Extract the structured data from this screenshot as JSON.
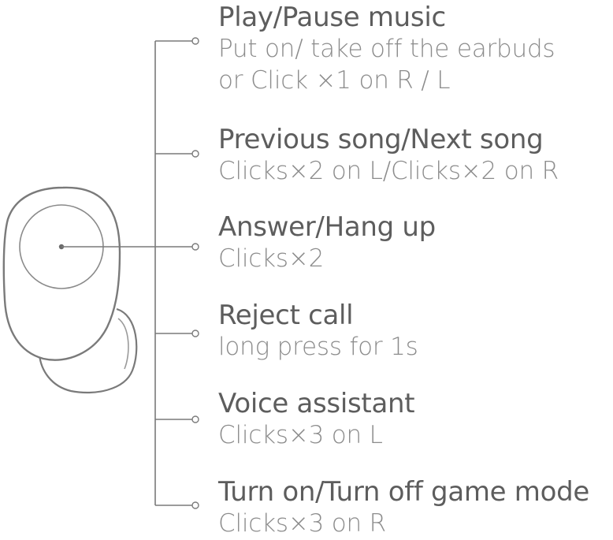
{
  "colors": {
    "stroke": "#7a7a7a",
    "title": "#5d5d5d",
    "desc": "#8c8c8c"
  },
  "entries": [
    {
      "title": "Play/Pause music",
      "lines": [
        "Put on/ take off the earbuds",
        "or Click ×1 on R / L"
      ]
    },
    {
      "title": "Previous song/Next song",
      "lines": [
        "Clicks×2 on L/Clicks×2 on R"
      ]
    },
    {
      "title": "Answer/Hang up",
      "lines": [
        "Clicks×2"
      ]
    },
    {
      "title": "Reject call",
      "lines": [
        "long press for 1s"
      ]
    },
    {
      "title": "Voice assistant",
      "lines": [
        "Clicks×3 on L"
      ]
    },
    {
      "title": "Turn on/Turn off game mode",
      "lines": [
        "Clicks×3 on R"
      ]
    }
  ]
}
